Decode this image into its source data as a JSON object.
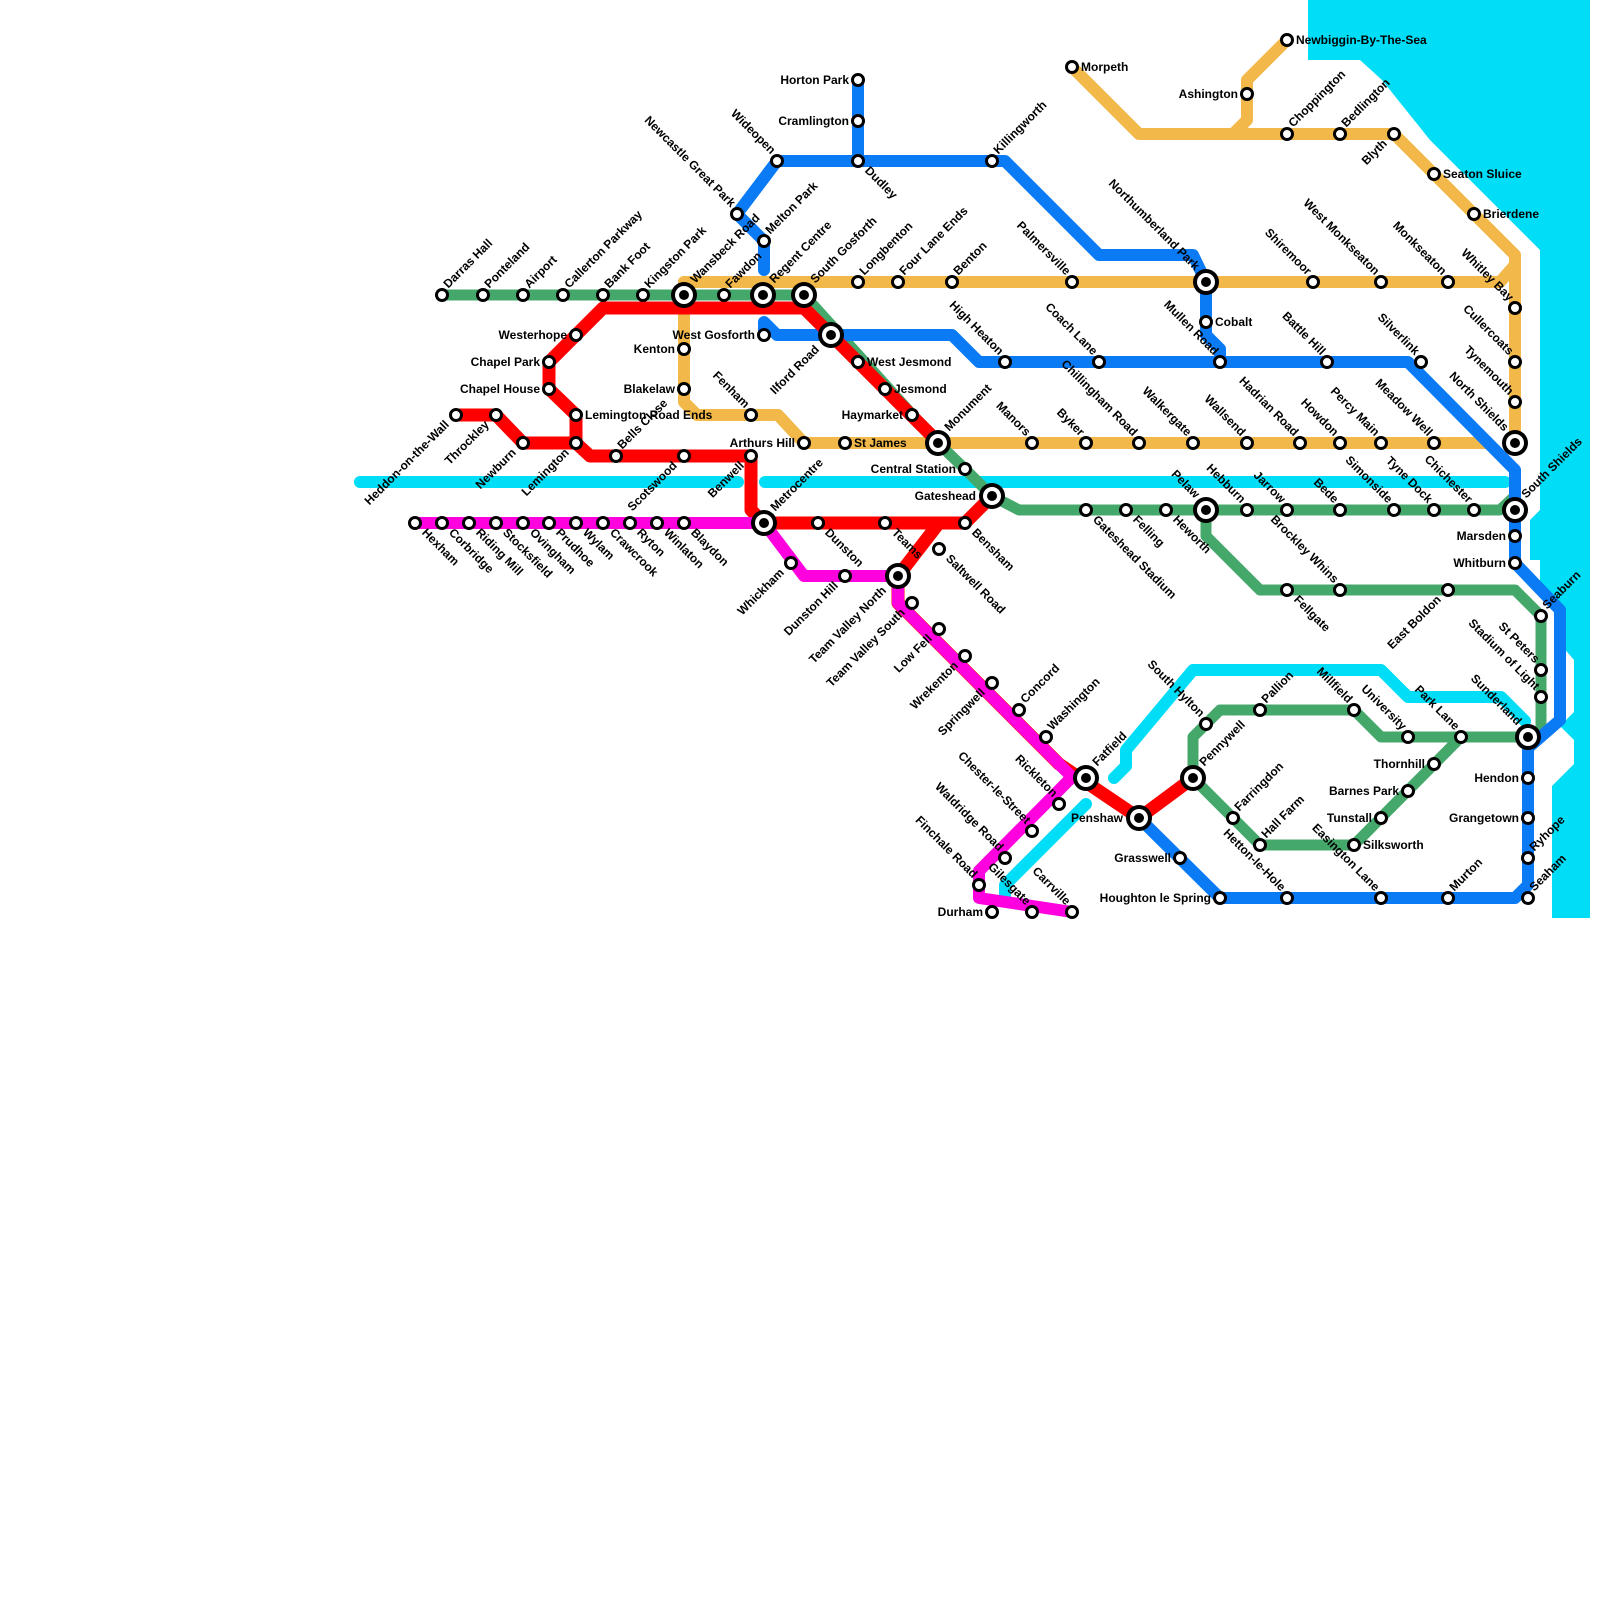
{
  "colors": {
    "sea": "#00DDF7",
    "background": "#FFFFFF",
    "green": "#45A86B",
    "yellow": "#F2B94A",
    "blue": "#0A7BF5",
    "red": "#FF0000",
    "magenta": "#FF00DF",
    "cyan": "#00DDF7"
  },
  "lines": [
    {
      "id": "green-line",
      "color": "green"
    },
    {
      "id": "yellow-line",
      "color": "yellow"
    },
    {
      "id": "blue-line",
      "color": "blue"
    },
    {
      "id": "red-line",
      "color": "red"
    },
    {
      "id": "magenta-line",
      "color": "magenta"
    },
    {
      "id": "cyan-line",
      "color": "cyan"
    }
  ],
  "stations": [
    {
      "name": "Darras Hall",
      "interchange": false
    },
    {
      "name": "Ponteland",
      "interchange": false
    },
    {
      "name": "Airport",
      "interchange": false
    },
    {
      "name": "Callerton Parkway",
      "interchange": false
    },
    {
      "name": "Bank Foot",
      "interchange": false
    },
    {
      "name": "Kingston Park",
      "interchange": false
    },
    {
      "name": "Wansbeck Road",
      "interchange": true
    },
    {
      "name": "Fawdon",
      "interchange": false
    },
    {
      "name": "Regent Centre",
      "interchange": true
    },
    {
      "name": "South Gosforth",
      "interchange": true
    },
    {
      "name": "Longbenton",
      "interchange": false
    },
    {
      "name": "Four Lane Ends",
      "interchange": false
    },
    {
      "name": "Benton",
      "interchange": false
    },
    {
      "name": "Palmersville",
      "interchange": false
    },
    {
      "name": "Northumberland Park",
      "interchange": true
    },
    {
      "name": "Shiremoor",
      "interchange": false
    },
    {
      "name": "West Monkseaton",
      "interchange": false
    },
    {
      "name": "Monkseaton",
      "interchange": false
    },
    {
      "name": "Whitley Bay",
      "interchange": false
    },
    {
      "name": "Cullercoats",
      "interchange": false
    },
    {
      "name": "Tynemouth",
      "interchange": false
    },
    {
      "name": "North Shields",
      "interchange": true
    },
    {
      "name": "South Shields",
      "interchange": true
    },
    {
      "name": "Marsden",
      "interchange": false
    },
    {
      "name": "Whitburn",
      "interchange": false
    },
    {
      "name": "Seaburn",
      "interchange": false
    },
    {
      "name": "St Peters",
      "interchange": false
    },
    {
      "name": "Stadium of Light",
      "interchange": false
    },
    {
      "name": "Sunderland",
      "interchange": true
    },
    {
      "name": "Hendon",
      "interchange": false
    },
    {
      "name": "Grangetown",
      "interchange": false
    },
    {
      "name": "Ryhope",
      "interchange": false
    },
    {
      "name": "Seaham",
      "interchange": false
    },
    {
      "name": "Murton",
      "interchange": false
    },
    {
      "name": "Easington Lane",
      "interchange": false
    },
    {
      "name": "Hetton-le-Hole",
      "interchange": false
    },
    {
      "name": "Houghton le Spring",
      "interchange": false
    },
    {
      "name": "Grasswell",
      "interchange": false
    },
    {
      "name": "Penshaw",
      "interchange": true
    },
    {
      "name": "Fatfield",
      "interchange": true
    },
    {
      "name": "Pennywell",
      "interchange": true
    },
    {
      "name": "Farringdon",
      "interchange": false
    },
    {
      "name": "Hall Farm",
      "interchange": false
    },
    {
      "name": "Silksworth",
      "interchange": false
    },
    {
      "name": "Tunstall",
      "interchange": false
    },
    {
      "name": "Barnes Park",
      "interchange": false
    },
    {
      "name": "Thornhill",
      "interchange": false
    },
    {
      "name": "Park Lane",
      "interchange": false
    },
    {
      "name": "University",
      "interchange": false
    },
    {
      "name": "Millfield",
      "interchange": false
    },
    {
      "name": "Pallion",
      "interchange": false
    },
    {
      "name": "South Hylton",
      "interchange": false
    },
    {
      "name": "Washington",
      "interchange": false
    },
    {
      "name": "Concord",
      "interchange": false
    },
    {
      "name": "Springwell",
      "interchange": false
    },
    {
      "name": "Wrekenton",
      "interchange": false
    },
    {
      "name": "Low Fell",
      "interchange": false
    },
    {
      "name": "Team Valley South",
      "interchange": false
    },
    {
      "name": "Team Valley North",
      "interchange": true
    },
    {
      "name": "Saltwell Road",
      "interchange": false
    },
    {
      "name": "Bensham",
      "interchange": false
    },
    {
      "name": "Gateshead",
      "interchange": true
    },
    {
      "name": "Central Station",
      "interchange": false
    },
    {
      "name": "Monument",
      "interchange": true
    },
    {
      "name": "St James",
      "interchange": false
    },
    {
      "name": "Haymarket",
      "interchange": false
    },
    {
      "name": "Jesmond",
      "interchange": false
    },
    {
      "name": "West Jesmond",
      "interchange": false
    },
    {
      "name": "Ilford Road",
      "interchange": true
    },
    {
      "name": "West Gosforth",
      "interchange": false
    },
    {
      "name": "Melton Park",
      "interchange": false
    },
    {
      "name": "Newcastle Great Park",
      "interchange": false
    },
    {
      "name": "Wideopen",
      "interchange": false
    },
    {
      "name": "Dudley",
      "interchange": false
    },
    {
      "name": "Cramlington",
      "interchange": false
    },
    {
      "name": "Horton Park",
      "interchange": false
    },
    {
      "name": "Killingworth",
      "interchange": false
    },
    {
      "name": "High Heaton",
      "interchange": false
    },
    {
      "name": "Coach Lane",
      "interchange": false
    },
    {
      "name": "Cobalt",
      "interchange": false
    },
    {
      "name": "Mullen Road",
      "interchange": false
    },
    {
      "name": "Battle Hill",
      "interchange": false
    },
    {
      "name": "Silverlink",
      "interchange": false
    },
    {
      "name": "Manors",
      "interchange": false
    },
    {
      "name": "Byker",
      "interchange": false
    },
    {
      "name": "Chillingham Road",
      "interchange": false
    },
    {
      "name": "Walkergate",
      "interchange": false
    },
    {
      "name": "Wallsend",
      "interchange": false
    },
    {
      "name": "Hadrian Road",
      "interchange": false
    },
    {
      "name": "Howdon",
      "interchange": false
    },
    {
      "name": "Percy Main",
      "interchange": false
    },
    {
      "name": "Meadow Well",
      "interchange": false
    },
    {
      "name": "Gateshead Stadium",
      "interchange": false
    },
    {
      "name": "Felling",
      "interchange": false
    },
    {
      "name": "Heworth",
      "interchange": false
    },
    {
      "name": "Pelaw",
      "interchange": true
    },
    {
      "name": "Hebburn",
      "interchange": false
    },
    {
      "name": "Jarrow",
      "interchange": false
    },
    {
      "name": "Bede",
      "interchange": false
    },
    {
      "name": "Simonside",
      "interchange": false
    },
    {
      "name": "Tyne Dock",
      "interchange": false
    },
    {
      "name": "Chichester",
      "interchange": false
    },
    {
      "name": "Brockley Whins",
      "interchange": false
    },
    {
      "name": "Fellgate",
      "interchange": false
    },
    {
      "name": "East Boldon",
      "interchange": false
    },
    {
      "name": "Morpeth",
      "interchange": false
    },
    {
      "name": "Ashington",
      "interchange": false
    },
    {
      "name": "Newbiggin-By-The-Sea",
      "interchange": false
    },
    {
      "name": "Choppington",
      "interchange": false
    },
    {
      "name": "Bedlington",
      "interchange": false
    },
    {
      "name": "Blyth",
      "interchange": false
    },
    {
      "name": "Seaton Sluice",
      "interchange": false
    },
    {
      "name": "Brierdene",
      "interchange": false
    },
    {
      "name": "Kenton",
      "interchange": false
    },
    {
      "name": "Blakelaw",
      "interchange": false
    },
    {
      "name": "Fenham",
      "interchange": false
    },
    {
      "name": "Arthurs Hill",
      "interchange": false
    },
    {
      "name": "Westerhope",
      "interchange": false
    },
    {
      "name": "Chapel Park",
      "interchange": false
    },
    {
      "name": "Chapel House",
      "interchange": false
    },
    {
      "name": "Lemington Road Ends",
      "interchange": false
    },
    {
      "name": "Heddon-on-the-Wall",
      "interchange": false
    },
    {
      "name": "Throckley",
      "interchange": false
    },
    {
      "name": "Newburn",
      "interchange": false
    },
    {
      "name": "Lemington",
      "interchange": false
    },
    {
      "name": "Bells Close",
      "interchange": false
    },
    {
      "name": "Scotswood",
      "interchange": false
    },
    {
      "name": "Benwell",
      "interchange": false
    },
    {
      "name": "Metrocentre",
      "interchange": true
    },
    {
      "name": "Dunston",
      "interchange": false
    },
    {
      "name": "Teams",
      "interchange": false
    },
    {
      "name": "Whickham",
      "interchange": false
    },
    {
      "name": "Dunston Hill",
      "interchange": false
    },
    {
      "name": "Hexham",
      "interchange": false
    },
    {
      "name": "Corbridge",
      "interchange": false
    },
    {
      "name": "Riding Mill",
      "interchange": false
    },
    {
      "name": "Stocksfield",
      "interchange": false
    },
    {
      "name": "Ovingham",
      "interchange": false
    },
    {
      "name": "Prudhoe",
      "interchange": false
    },
    {
      "name": "Wylam",
      "interchange": false
    },
    {
      "name": "Crawcrook",
      "interchange": false
    },
    {
      "name": "Ryton",
      "interchange": false
    },
    {
      "name": "Winlaton",
      "interchange": false
    },
    {
      "name": "Blaydon",
      "interchange": false
    },
    {
      "name": "Rickleton",
      "interchange": false
    },
    {
      "name": "Chester-le-Street",
      "interchange": false
    },
    {
      "name": "Waldridge Road",
      "interchange": false
    },
    {
      "name": "Finchale Road",
      "interchange": false
    },
    {
      "name": "Durham",
      "interchange": false
    },
    {
      "name": "Gilesgate",
      "interchange": false
    },
    {
      "name": "Carrville",
      "interchange": false
    }
  ]
}
